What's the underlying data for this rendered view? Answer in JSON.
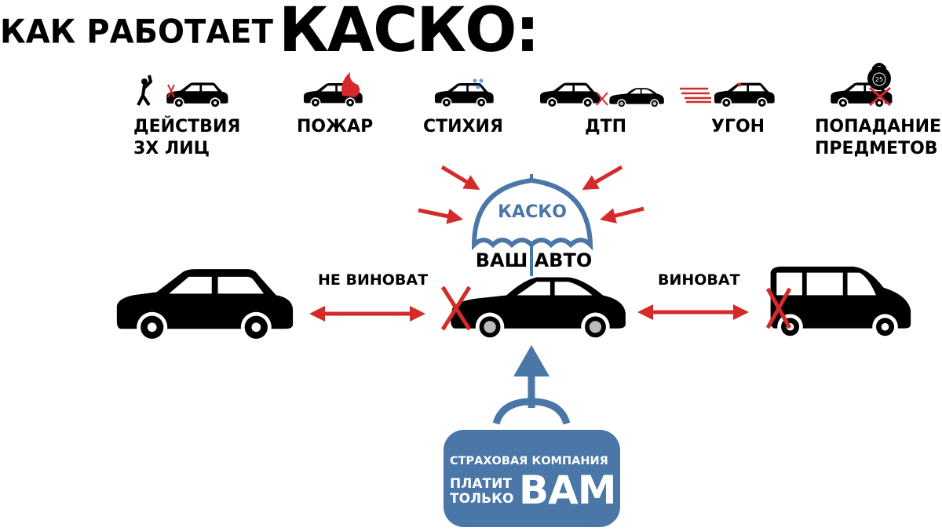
{
  "title": {
    "prefix": "КАК РАБОТАЕТ",
    "main": "КАСКО:"
  },
  "risks": [
    {
      "label": "ДЕЙСТВИЯ 3Х ЛИЦ",
      "icon": "vandal-car-icon"
    },
    {
      "label": "ПОЖАР",
      "icon": "fire-car-icon"
    },
    {
      "label": "СТИХИЯ",
      "icon": "weather-car-icon"
    },
    {
      "label": "ДТП",
      "icon": "collision-icon"
    },
    {
      "label": "УГОН",
      "icon": "theft-car-icon"
    },
    {
      "label": "ПОПАДАНИЕ ПРЕДМЕТОВ",
      "icon": "falling-weight-car-icon",
      "weight_label": "25"
    }
  ],
  "umbrella": {
    "label": "КАСКО",
    "car_label": "ВАШ АВТО"
  },
  "left": {
    "label": "НЕ ВИНОВАТ"
  },
  "right": {
    "label": "ВИНОВАТ"
  },
  "insurer": {
    "line1": "СТРАХОВАЯ КОМПАНИЯ",
    "line2a": "ПЛАТИТ",
    "line2b": "ТОЛЬКО",
    "big": "ВАМ"
  },
  "colors": {
    "red": "#d42a2a",
    "blue": "#4a76a8",
    "black": "#000000"
  }
}
